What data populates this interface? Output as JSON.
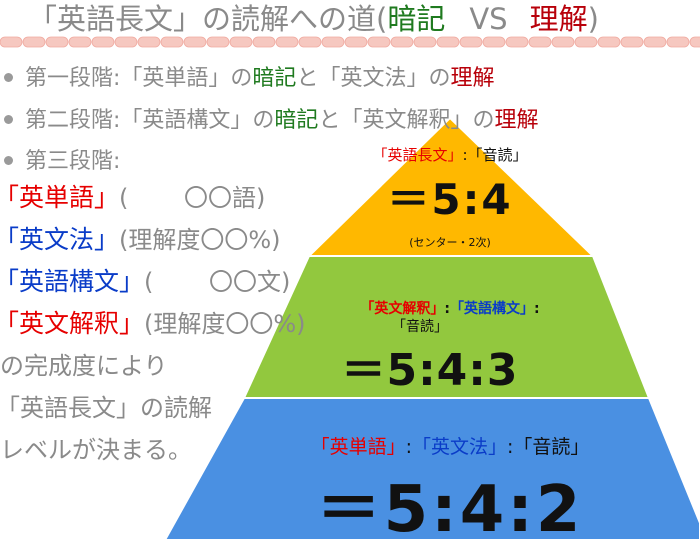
{
  "title": {
    "part1": "「英語長文」の読解への道(",
    "memorize": "暗記",
    "vs": "VS",
    "understand": "理解",
    "close": ")"
  },
  "bullets": [
    {
      "lead": "第一段階:「英単語」の",
      "memorize": "暗記",
      "mid": "と「英文法」の",
      "understand": "理解"
    },
    {
      "lead": "第二段階:「英語構文」の",
      "memorize": "暗記",
      "mid": "と「英文解釈」の",
      "understand": "理解"
    },
    {
      "lead": "第三段階:"
    }
  ],
  "items": [
    {
      "name": "「英単語」",
      "detail": "(　　 〇〇語)"
    },
    {
      "name": "「英文法」",
      "detail": "(理解度〇〇%)"
    },
    {
      "name": "「英語構文」",
      "detail": "(　　 〇〇文)"
    },
    {
      "name": "「英文解釈」",
      "detail": "(理解度〇〇%)"
    }
  ],
  "conclusion": [
    "の完成度により",
    "「英語長文」の読解",
    "レベルが決まる。"
  ],
  "pyramid": {
    "colors": {
      "top": "#ffb800",
      "middle": "#92c83e",
      "bottom": "#4a90e2"
    },
    "top": {
      "label_a": "「英語長文」",
      "sep": ":",
      "label_b": "「音読」",
      "ratio": "＝5:4",
      "note": "(センター・2次)"
    },
    "middle": {
      "label_a": "「英文解釈」",
      "sep1": ":",
      "label_b": "「英語構文」",
      "sep2": ":",
      "label_c": "「音読」",
      "ratio": "＝5:4:3"
    },
    "bottom": {
      "label_a": "「英単語」",
      "sep1": ":",
      "label_b": "「英文法」",
      "sep2": ":",
      "label_c": "「音読」",
      "ratio": "＝5:4:2"
    }
  }
}
